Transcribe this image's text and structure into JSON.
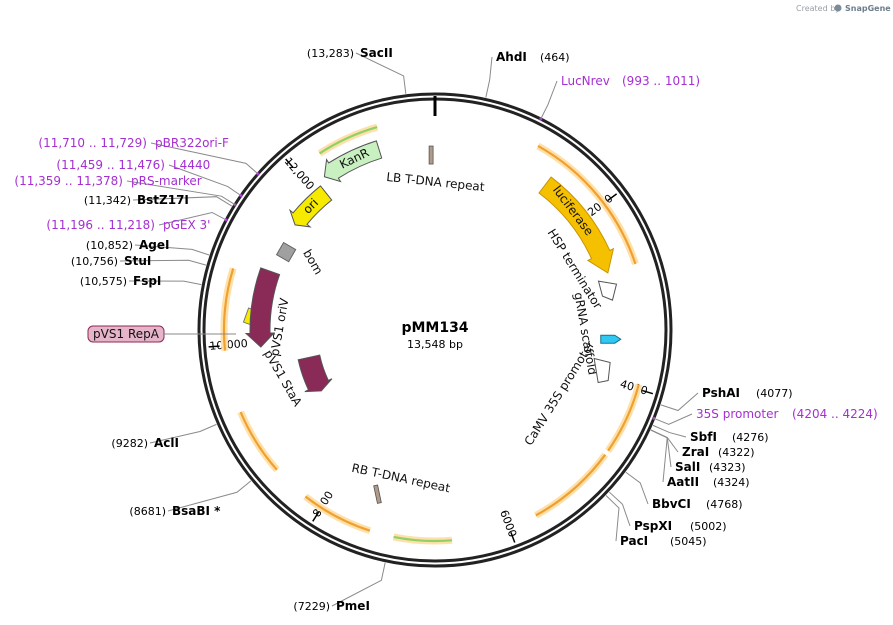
{
  "credit": {
    "created_by": "Created by",
    "brand": "SnapGene"
  },
  "plasmid": {
    "name": "pMM134",
    "size_label": "13,548 bp"
  },
  "ticks": [
    {
      "label": "2000",
      "pos": 2000
    },
    {
      "label": "4000",
      "pos": 4000
    },
    {
      "label": "6000",
      "pos": 6000
    },
    {
      "label": "8000",
      "pos": 8000
    },
    {
      "label": "10,000",
      "pos": 10000
    },
    {
      "label": "12,000",
      "pos": 12000
    }
  ],
  "features": [
    {
      "name": "luciferase",
      "type": "cds",
      "color": "#f5c000",
      "stroke": "#c99400",
      "start": 1400,
      "end": 2700
    },
    {
      "name": "HSP terminator",
      "type": "terminator",
      "pos": 2900
    },
    {
      "name": "gRNA scaffold",
      "type": "misc",
      "color": "#2fc8f0",
      "pos": 3500
    },
    {
      "name": "CaMV 35S promoter",
      "type": "promoter",
      "pos": 3900
    },
    {
      "name": "RB T-DNA repeat",
      "type": "repeat",
      "pos": 7500
    },
    {
      "name": "pVS1 StaA",
      "type": "cds",
      "color": "#8a2a57",
      "start": 9100,
      "end": 9700
    },
    {
      "name": "pVS1 oriV",
      "type": "origin",
      "color": "#f5ea00",
      "pos": 10300
    },
    {
      "name": "pVS1 RepA",
      "type": "cds",
      "color": "#8a2a57",
      "start": 9950,
      "end": 10900
    },
    {
      "name": "bom",
      "type": "misc",
      "color": "#a0a0a0",
      "pos": 11200
    },
    {
      "name": "ori",
      "type": "origin",
      "color": "#f5ea00",
      "start": 11550,
      "end": 12100
    },
    {
      "name": "KanR",
      "type": "cds",
      "color": "#c8f0c0",
      "start": 12200,
      "end": 12900
    },
    {
      "name": "LB T-DNA repeat",
      "type": "repeat",
      "pos": 13500
    }
  ],
  "callout_labels": [
    {
      "name": "pVS1 RepA"
    }
  ],
  "sites": [
    {
      "name": "SacII",
      "pos_label": "(13,283)",
      "pos": 13283
    },
    {
      "name": "AhdI",
      "pos_label": "(464)",
      "pos": 464
    },
    {
      "name": "PshAI",
      "pos_label": "(4077)",
      "pos": 4077
    },
    {
      "name": "SbfI",
      "pos_label": "(4276)",
      "pos": 4276
    },
    {
      "name": "ZraI",
      "pos_label": "(4322)",
      "pos": 4322
    },
    {
      "name": "SalI",
      "pos_label": "(4323)",
      "pos": 4323
    },
    {
      "name": "AatII",
      "pos_label": "(4324)",
      "pos": 4324
    },
    {
      "name": "BbvCI",
      "pos_label": "(4768)",
      "pos": 4768
    },
    {
      "name": "PspXI",
      "pos_label": "(5002)",
      "pos": 5002
    },
    {
      "name": "PacI",
      "pos_label": "(5045)",
      "pos": 5045
    },
    {
      "name": "PmeI",
      "pos_label": "(7229)",
      "pos": 7229
    },
    {
      "name": "BsaBI *",
      "pos_label": "(8681)",
      "pos": 8681
    },
    {
      "name": "AclI",
      "pos_label": "(9282)",
      "pos": 9282
    },
    {
      "name": "FspI",
      "pos_label": "(10,575)",
      "pos": 10575
    },
    {
      "name": "StuI",
      "pos_label": "(10,756)",
      "pos": 10756
    },
    {
      "name": "AgeI",
      "pos_label": "(10,852)",
      "pos": 10852
    },
    {
      "name": "BstZ17I",
      "pos_label": "(11,342)",
      "pos": 11342
    }
  ],
  "primers": [
    {
      "name": "LucNrev",
      "range": "(993 .. 1011)",
      "pos": 1002
    },
    {
      "name": "35S promoter",
      "range": "(4204 .. 4224)",
      "pos": 4214
    },
    {
      "name": "pGEX 3'",
      "range": "(11,196 .. 11,218)",
      "pos": 11207
    },
    {
      "name": "pRS-marker",
      "range": "(11,359 .. 11,378)",
      "pos": 11368
    },
    {
      "name": "L4440",
      "range": "(11,459 .. 11,476)",
      "pos": 11467
    },
    {
      "name": "pBR322ori-F",
      "range": "(11,710 .. 11,729)",
      "pos": 11719
    }
  ]
}
